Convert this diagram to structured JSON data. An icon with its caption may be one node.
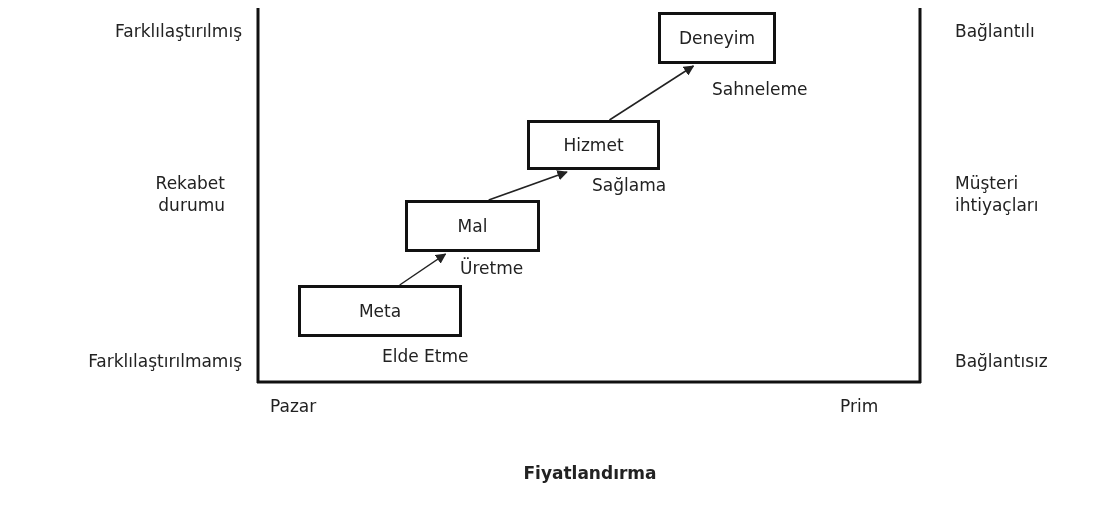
{
  "diagram": {
    "nodes": [
      {
        "text": [
          "Meta"
        ],
        "beside": [
          "Elde Etme"
        ]
      },
      {
        "text": [
          "Mal"
        ],
        "beside": [
          "Üretme"
        ]
      },
      {
        "text": [
          "Hizmet"
        ],
        "beside": [
          "Sağlama"
        ]
      },
      {
        "text": [
          "Deneyim"
        ],
        "beside": [
          "Sahneleme"
        ]
      }
    ],
    "edges": [
      {
        "from": 0,
        "to": 1,
        "arrow": "to"
      },
      {
        "from": 1,
        "to": 2,
        "arrow": "to"
      },
      {
        "from": 2,
        "to": 3,
        "arrow": "to"
      }
    ],
    "labels": [
      "Farklılaştırılmış",
      "Bağlantılı",
      "Rekabet durumu",
      "Müşteri ihtiyaçları",
      "Farklılaştırılmamış",
      "Bağlantısız",
      "Pazar",
      "Prim",
      "Fiyatlandırma"
    ]
  }
}
